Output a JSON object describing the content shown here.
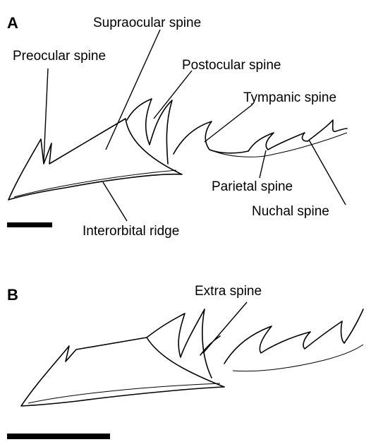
{
  "panel_a": {
    "letter": "A",
    "labels": {
      "supraocular": "Supraocular spine",
      "preocular": "Preocular spine",
      "postocular": "Postocular spine",
      "tympanic": "Tympanic spine",
      "parietal": "Parietal spine",
      "nuchal": "Nuchal spine",
      "interorbital": "Interorbital ridge"
    }
  },
  "panel_b": {
    "letter": "B",
    "labels": {
      "extra": "Extra spine"
    }
  }
}
